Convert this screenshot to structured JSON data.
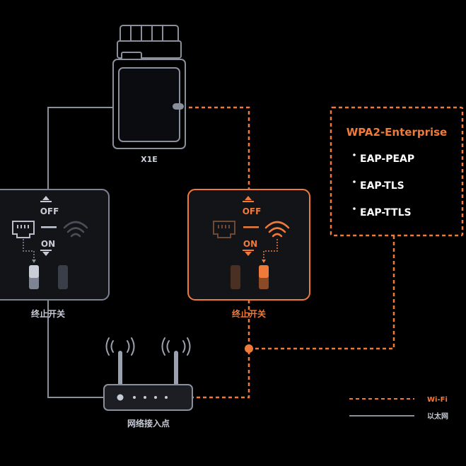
{
  "device": {
    "name": "X1E"
  },
  "switches": {
    "left": {
      "label": "终止开关",
      "off": "OFF",
      "on": "ON",
      "state": "ethernet"
    },
    "right": {
      "label": "终止开关",
      "off": "OFF",
      "on": "ON",
      "state": "wifi"
    }
  },
  "router": {
    "label": "网络接入点"
  },
  "security": {
    "title": "WPA2-Enterprise",
    "items": [
      "EAP-PEAP",
      "EAP-TLS",
      "EAP-TTLS"
    ]
  },
  "legend": {
    "wifi": "Wi-Fi",
    "ethernet": "以太网"
  },
  "colors": {
    "orange": "#f07a3a",
    "gray": "#8a8f9c",
    "panel": "#131418"
  }
}
